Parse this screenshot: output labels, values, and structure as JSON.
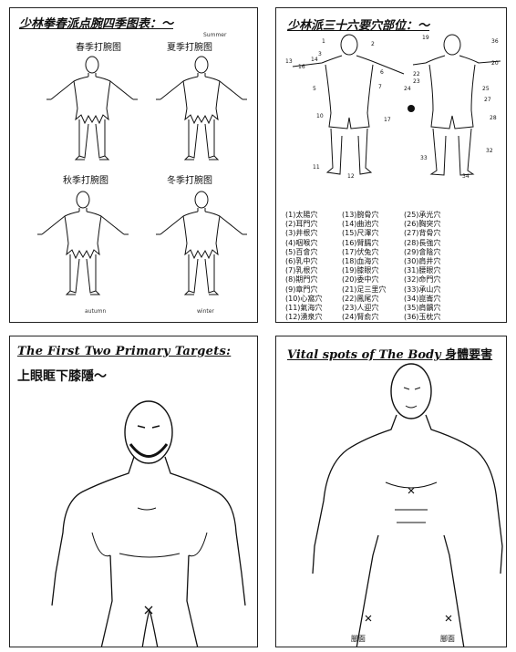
{
  "panels": {
    "seasons": {
      "title": "少林拳春派点腕四季图表：～",
      "figures": [
        "春季打腕图",
        "夏季打腕图",
        "秋季打腕图",
        "冬季打腕图"
      ],
      "corner_labels": [
        "Summer",
        "autumn",
        "winter"
      ]
    },
    "points": {
      "title": "少林派三十六要穴部位：～",
      "list": [
        [
          "(1)太陽穴",
          "(2)耳門穴",
          "(3)井根穴",
          "(4)咽喉穴",
          "(5)百會穴",
          "(6)乳中穴",
          "(7)乳根穴",
          "(8)期門穴",
          "(9)章門穴",
          "(10)心窩穴",
          "(11)氣海穴",
          "(12)湧泉穴"
        ],
        [
          "(13)腕骨穴",
          "(14)曲池穴",
          "(15)尺澤穴",
          "(16)臂臑穴",
          "(17)伏兔穴",
          "(18)血海穴",
          "(19)膝眼穴",
          "(20)委中穴",
          "(21)足三里穴",
          "(22)鳳尾穴",
          "(23)人迎穴",
          "(24)腎俞穴"
        ],
        [
          "(25)承光穴",
          "(26)胸突穴",
          "(27)背骨穴",
          "(28)長強穴",
          "(29)會陰穴",
          "(30)肩井穴",
          "(31)腰眼穴",
          "(32)命門穴",
          "(33)承山穴",
          "(34)崑崙穴",
          "(35)肩髃穴",
          "(36)玉枕穴"
        ]
      ]
    },
    "targets": {
      "title": "The First Two Primary Targets:",
      "subtitle": "上眼眶下膝隱～"
    },
    "vital": {
      "title": "Vital spots of The Body",
      "title_cn": "身體要害",
      "foot_labels": [
        "腳面",
        "腳面"
      ]
    }
  }
}
